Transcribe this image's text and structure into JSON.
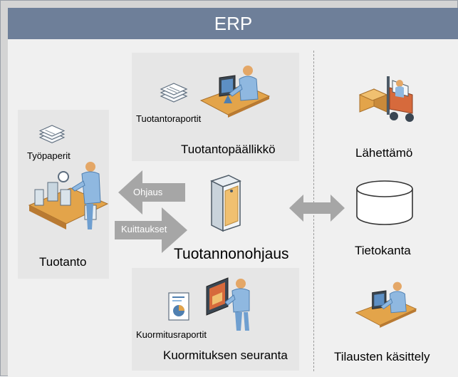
{
  "header": {
    "title": "ERP"
  },
  "nodes": {
    "tuotantopaallikko": {
      "label": "Tuotantopäällikkö",
      "doc_label": "Tuotantoraportit"
    },
    "tuotanto": {
      "label": "Tuotanto",
      "doc_label": "Työpaperit"
    },
    "tuotannonohjaus": {
      "label": "Tuotannonohjaus"
    },
    "kuormituksen_seuranta": {
      "label": "Kuormituksen seuranta",
      "doc_label": "Kuormitusraportit"
    },
    "lahettamo": {
      "label": "Lähettämö"
    },
    "tietokanta": {
      "label": "Tietokanta"
    },
    "tilausten_kasittely": {
      "label": "Tilausten käsittely"
    }
  },
  "arrows": {
    "ohjaus": {
      "label": "Ohjaus"
    },
    "kuittaukset": {
      "label": "Kuittaukset"
    }
  },
  "colors": {
    "header": "#6e7f99",
    "arrow": "#a6a6a6",
    "person": "#8fb8e0",
    "wood": "#e3a44a"
  }
}
